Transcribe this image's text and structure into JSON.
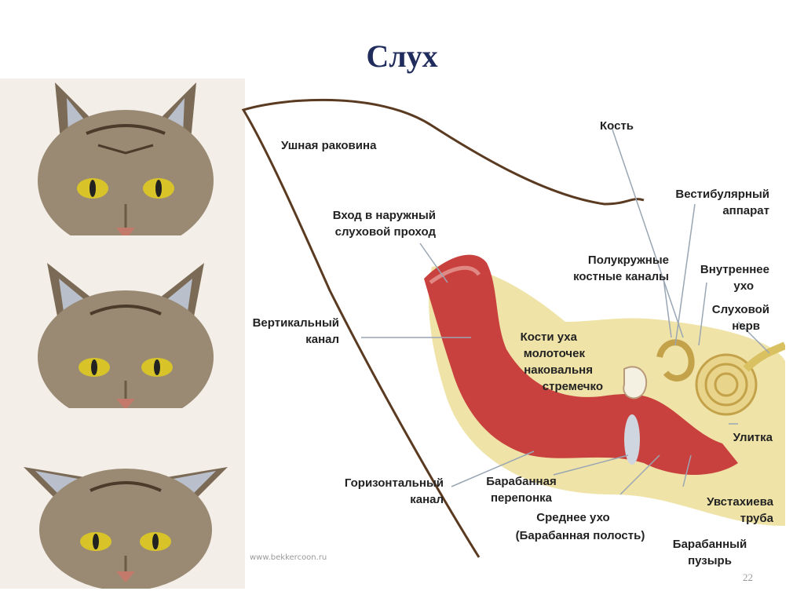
{
  "slide": {
    "title": "Слух",
    "page_number": "22",
    "watermark": "www.bekkercoon.ru"
  },
  "cats": [
    {
      "name": "cat-face-ears-upright",
      "ear_position": "upright"
    },
    {
      "name": "cat-face-ears-back",
      "ear_position": "sideways"
    },
    {
      "name": "cat-face-ears-flat",
      "ear_position": "flattened"
    }
  ],
  "labels": {
    "pinna": "Ушная раковина",
    "bone": "Кость",
    "vestibular_1": "Вестибулярный",
    "vestibular_2": "аппарат",
    "entrance_1": "Вход в наружный",
    "entrance_2": "слуховой проход",
    "semicircular_1": "Полукружные",
    "semicircular_2": "костные каналы",
    "inner_ear_1": "Внутреннее",
    "inner_ear_2": "ухо",
    "vertical_canal_1": "Вертикальный",
    "vertical_canal_2": "канал",
    "ossicles": "Кости уха",
    "malleus": "молоточек",
    "incus": "наковальня",
    "stapes": "стремечко",
    "auditory_nerve_1": "Слуховой",
    "auditory_nerve_2": "нерв",
    "cochlea": "Улитка",
    "horizontal_canal_1": "Горизонтальный",
    "horizontal_canal_2": "канал",
    "eardrum_1": "Барабанная",
    "eardrum_2": "перепонка",
    "eustachian_1": "Увстахиева",
    "eustachian_2": "труба",
    "middle_ear_1": "Среднее ухо",
    "middle_ear_2": "(Барабанная полость)",
    "bulla_1": "Барабанный",
    "bulla_2": "пузырь"
  },
  "colors": {
    "title": "#1f2c5c",
    "canal": "#c9413f",
    "bone": "#efe3a8",
    "pinna_outline": "#5a3a20",
    "leader_line": "#9aa6b4"
  }
}
